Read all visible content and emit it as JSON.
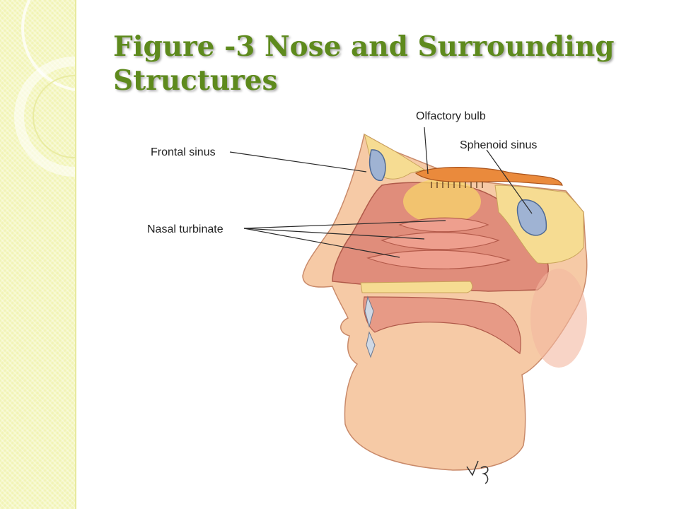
{
  "slide": {
    "title_line1": "Figure -3 Nose and Surrounding",
    "title_line2": "Structures"
  },
  "figure": {
    "labels": {
      "frontal_sinus": "Frontal sinus",
      "nasal_turbinate": "Nasal turbinate",
      "olfactory_bulb": "Olfactory bulb",
      "sphenoid_sinus": "Sphenoid sinus"
    },
    "signature": "vg"
  },
  "colors": {
    "title": "#5e8a1d",
    "side_band": "#f2f4b6",
    "skin": "#f6caa6",
    "tissue": "#e08d7b",
    "bone": "#f6dc92",
    "sinus": "#9fb3d3",
    "olfactory": "#ea8a3c"
  }
}
